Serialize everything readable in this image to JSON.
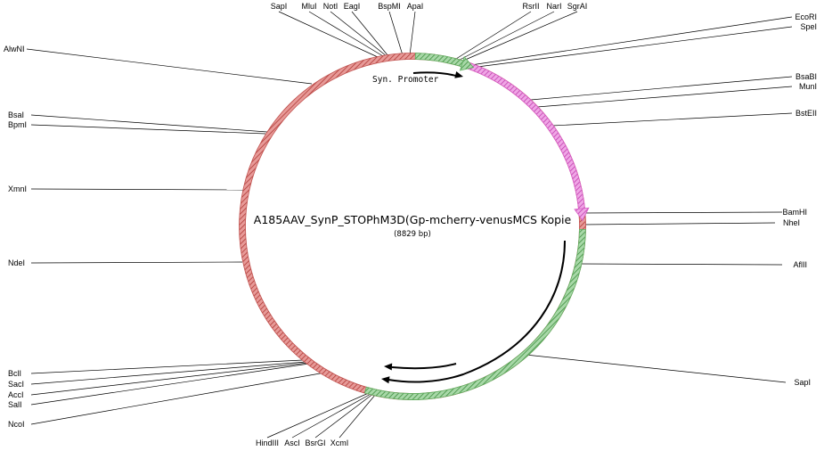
{
  "map": {
    "title": "A185AAV_SynP_STOPhM3D(Gp-mcherry-venusMCS Kopie",
    "size": "(8829 bp)",
    "feature_labels": [
      {
        "id": "syn-promoter",
        "text": "Syn. Promoter"
      }
    ],
    "colors": {
      "backbone": "#c0504d",
      "promoter": "#5fae5f",
      "magenta": "#d65bc4",
      "green": "#5fae5f",
      "text": "#000000"
    },
    "sites": [
      {
        "id": "sapi-top",
        "name": "SapI"
      },
      {
        "id": "mlui",
        "name": "MluI"
      },
      {
        "id": "noti",
        "name": "NotI"
      },
      {
        "id": "eagi",
        "name": "EagI"
      },
      {
        "id": "bspmi",
        "name": "BspMI"
      },
      {
        "id": "apai",
        "name": "ApaI"
      },
      {
        "id": "rsrii",
        "name": "RsrII"
      },
      {
        "id": "nari",
        "name": "NarI"
      },
      {
        "id": "sgrai",
        "name": "SgrAI"
      },
      {
        "id": "ecori",
        "name": "EcoRI"
      },
      {
        "id": "spei",
        "name": "SpeI"
      },
      {
        "id": "bsabi",
        "name": "BsaBI"
      },
      {
        "id": "muni",
        "name": "MunI"
      },
      {
        "id": "bsteii",
        "name": "BstEII"
      },
      {
        "id": "bamhi",
        "name": "BamHI"
      },
      {
        "id": "nhei",
        "name": "NheI"
      },
      {
        "id": "aflii",
        "name": "AflII"
      },
      {
        "id": "sapi-bottom",
        "name": "SapI"
      },
      {
        "id": "alwni",
        "name": "AlwNI"
      },
      {
        "id": "bsai",
        "name": "BsaI"
      },
      {
        "id": "bpmi",
        "name": "BpmI"
      },
      {
        "id": "xmni",
        "name": "XmnI"
      },
      {
        "id": "ndei",
        "name": "NdeI"
      },
      {
        "id": "bcli",
        "name": "BclI"
      },
      {
        "id": "saci",
        "name": "SacI"
      },
      {
        "id": "acci",
        "name": "AccI"
      },
      {
        "id": "sali",
        "name": "SalI"
      },
      {
        "id": "ncoi",
        "name": "NcoI"
      },
      {
        "id": "hindiii",
        "name": "HindIII"
      },
      {
        "id": "asci",
        "name": "AscI"
      },
      {
        "id": "bsrgi",
        "name": "BsrGI"
      },
      {
        "id": "xcmi",
        "name": "XcmI"
      }
    ]
  }
}
